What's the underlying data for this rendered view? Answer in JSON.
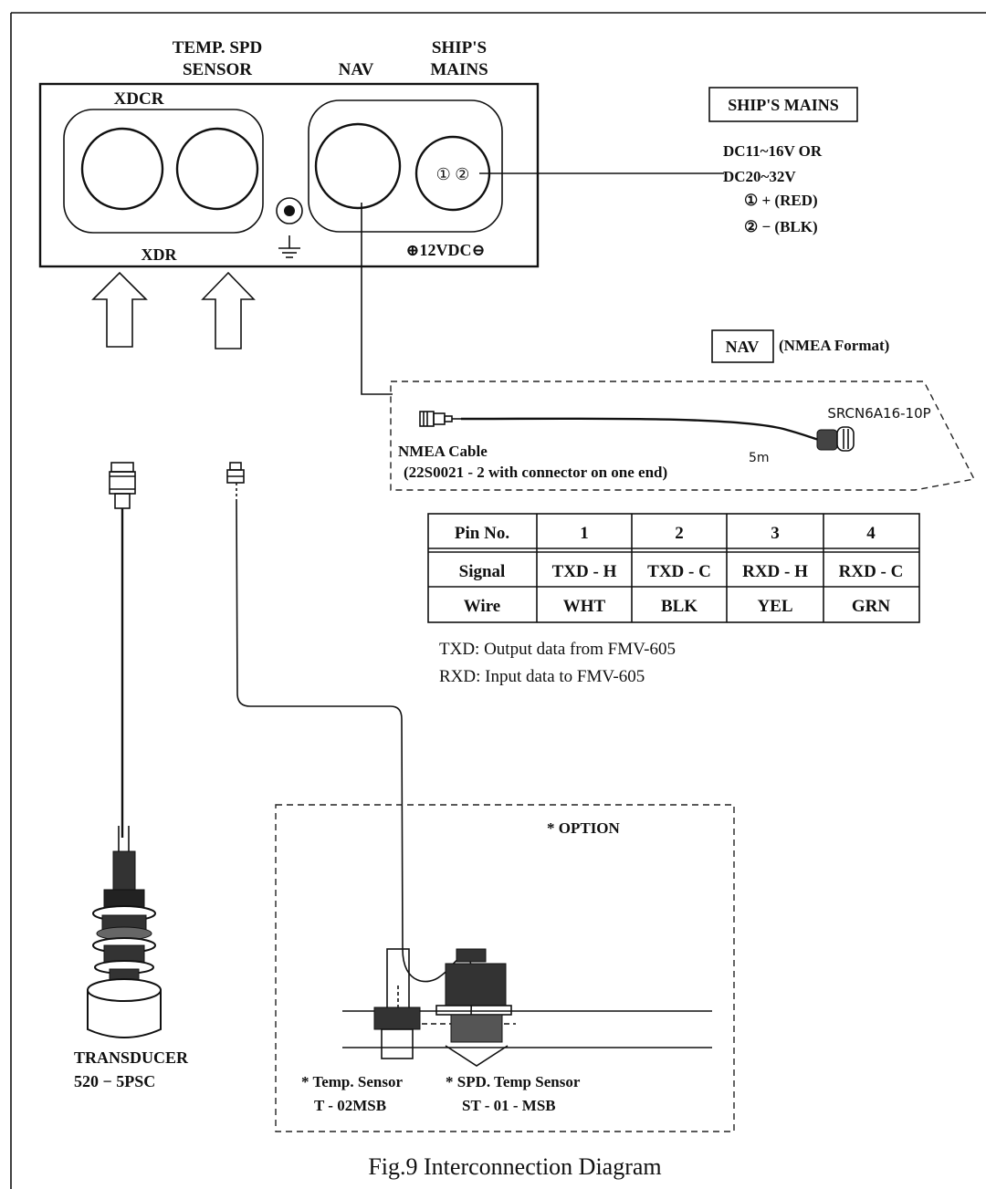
{
  "panel": {
    "label_xdcr": "XDCR",
    "label_temp_spd_1": "TEMP. SPD",
    "label_temp_spd_2": "SENSOR",
    "label_nav": "NAV",
    "label_mains_1": "SHIP'S",
    "label_mains_2": "MAINS",
    "label_xdr": "XDR",
    "label_power": "⊕12VDC⊖",
    "pins_text": "① ②"
  },
  "ships_mains": {
    "box_label": "SHIP'S MAINS",
    "line1": "DC11~16V OR",
    "line2": "DC20~32V",
    "pin1": "① + (RED)",
    "pin2": "② − (BLK)"
  },
  "nav_section": {
    "box_label": "NAV",
    "format_label": "(NMEA Format)",
    "connector_label": "SRCN6A16-10P",
    "cable_label": "NMEA Cable",
    "cable_part": "(22S0021 - 2 with connector on one end)",
    "length": "5m"
  },
  "pin_table": {
    "headers": [
      "Pin No.",
      "1",
      "2",
      "3",
      "4"
    ],
    "rows": [
      [
        "Signal",
        "TXD - H",
        "TXD - C",
        "RXD - H",
        "RXD - C"
      ],
      [
        "Wire",
        "WHT",
        "BLK",
        "YEL",
        "GRN"
      ]
    ]
  },
  "notes": {
    "txd": "TXD: Output data from FMV-605",
    "rxd": "RXD: Input data to FMV-605"
  },
  "transducer": {
    "label": "TRANSDUCER",
    "model": "520 − 5PSC"
  },
  "option_box": {
    "title": "* OPTION",
    "temp_sensor_label": "* Temp. Sensor",
    "temp_sensor_model": "T - 02MSB",
    "spd_sensor_label": "* SPD. Temp Sensor",
    "spd_sensor_model": "ST - 01 - MSB"
  },
  "caption": "Fig.9  Interconnection Diagram"
}
